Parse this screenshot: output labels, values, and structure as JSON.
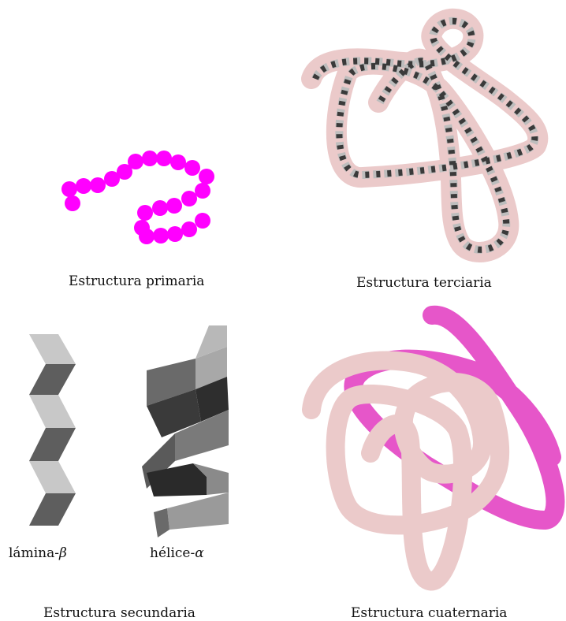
{
  "captions": {
    "primary": "Estructura primaria",
    "tertiary": "Estructura terciaria",
    "secondary": "Estructura secundaria",
    "quaternary": "Estructura cuaternaria"
  },
  "secondary_labels": {
    "sheet_prefix": "lámina-",
    "sheet_symbol": "β",
    "helix_prefix": "hélice-",
    "helix_symbol": "α"
  },
  "colors": {
    "background": "#ffffff",
    "bead": "#ff00ff",
    "tube_pink": "#ebcaca",
    "chain_magenta": "#e656c9",
    "sheet_light": "#c8c8c8",
    "sheet_dark": "#5e5e5e",
    "helix_dark": "#2e2e2e",
    "helix_mid": "#6a6a6a",
    "helix_light": "#a8a8a8"
  }
}
